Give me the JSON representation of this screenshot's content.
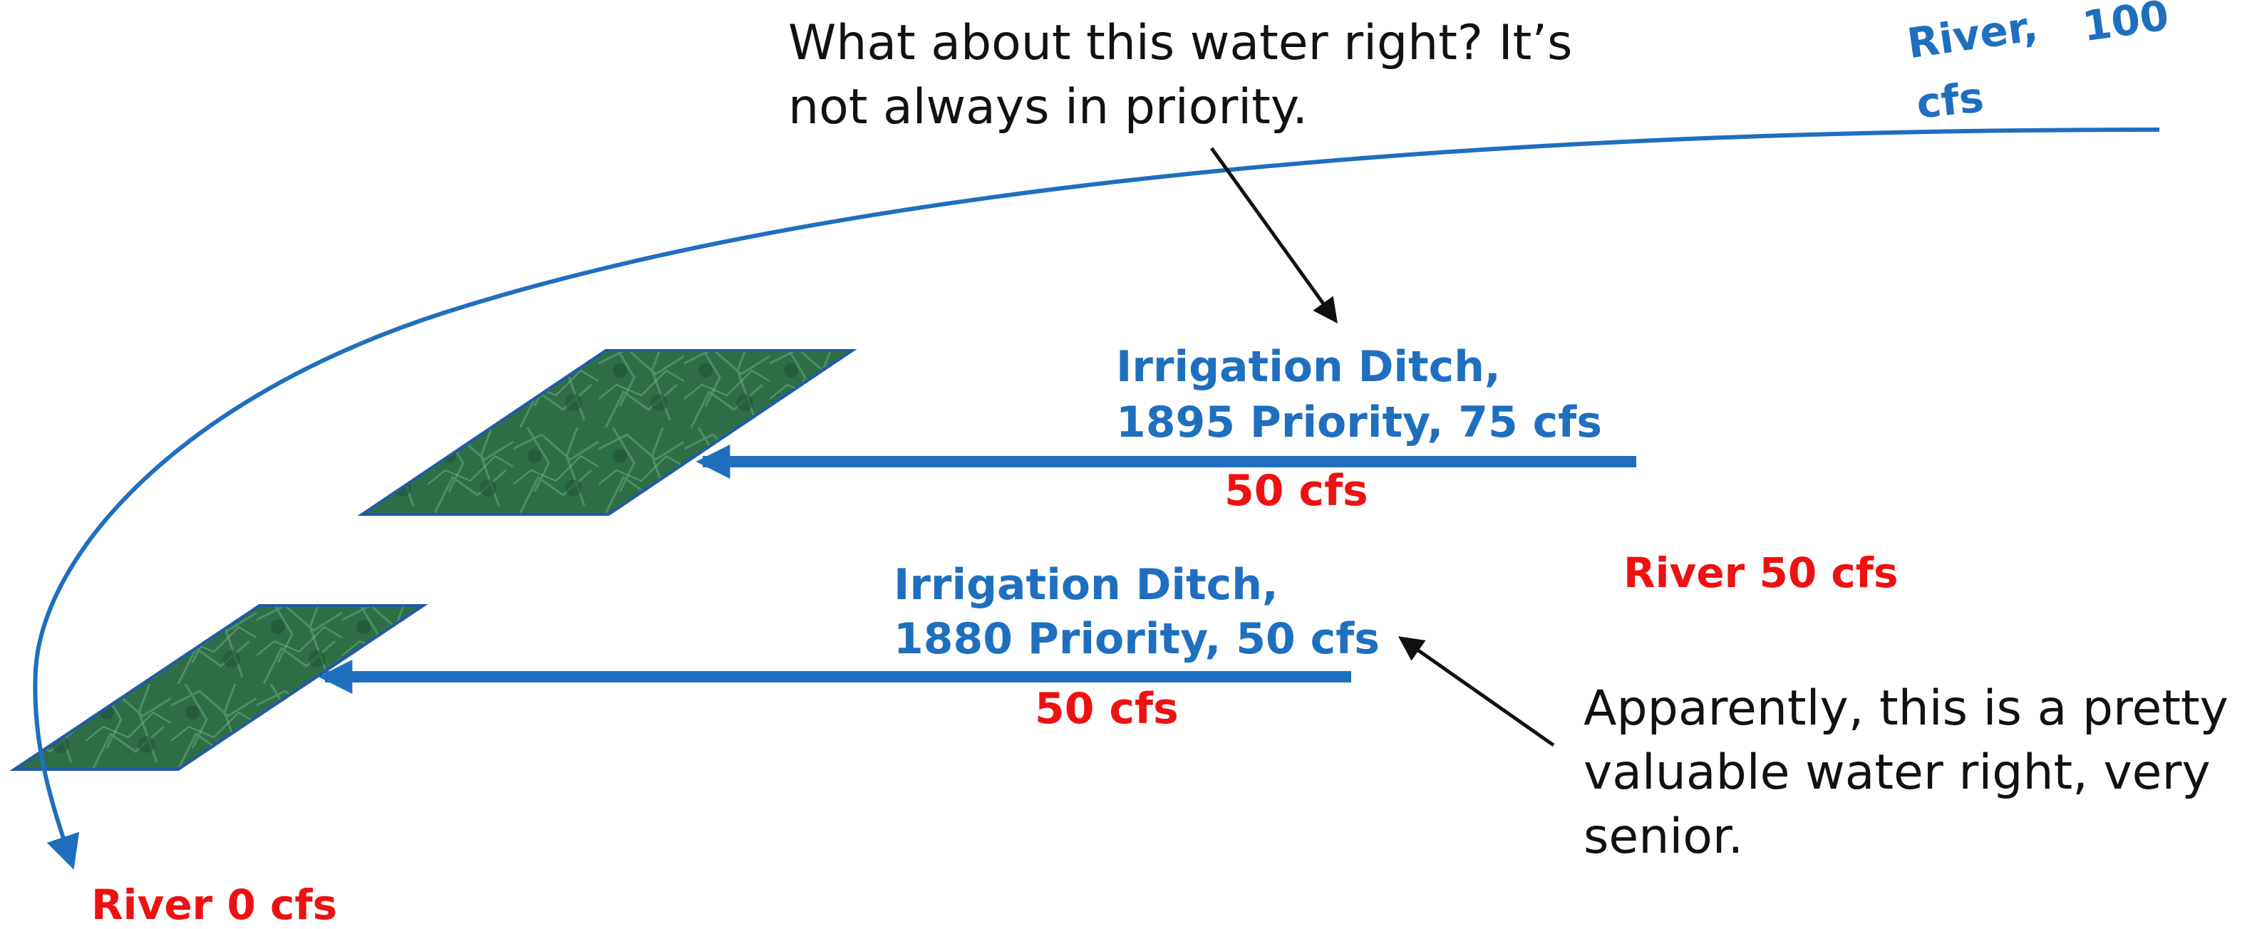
{
  "colors": {
    "river": "#1f6fbf",
    "flow_label": "#ee1111",
    "field_fill": "#2d6e47",
    "field_outline": "#1f5aa6",
    "annotation_arrow": "#111111"
  },
  "river": {
    "label_word": "River,",
    "label_amount": "100",
    "label_unit": "cfs",
    "after_first_diversion": "River 50 cfs",
    "after_second_diversion": "River 0 cfs"
  },
  "ditches": [
    {
      "name": "Irrigation Ditch,",
      "detail": "1895 Priority, 75 cfs",
      "actual_flow": "50 cfs"
    },
    {
      "name": "Irrigation Ditch,",
      "detail": "1880 Priority, 50 cfs",
      "actual_flow": "50 cfs"
    }
  ],
  "fields": [
    {
      "icon": "crop-field-icon"
    },
    {
      "icon": "crop-field-icon"
    }
  ],
  "annotations": {
    "junior_right": {
      "line1": "What about this water right? It’s",
      "line2": "not always in priority."
    },
    "senior_right": {
      "line1": "Apparently, this is a pretty",
      "line2": "valuable water right, very",
      "line3": "senior."
    }
  }
}
